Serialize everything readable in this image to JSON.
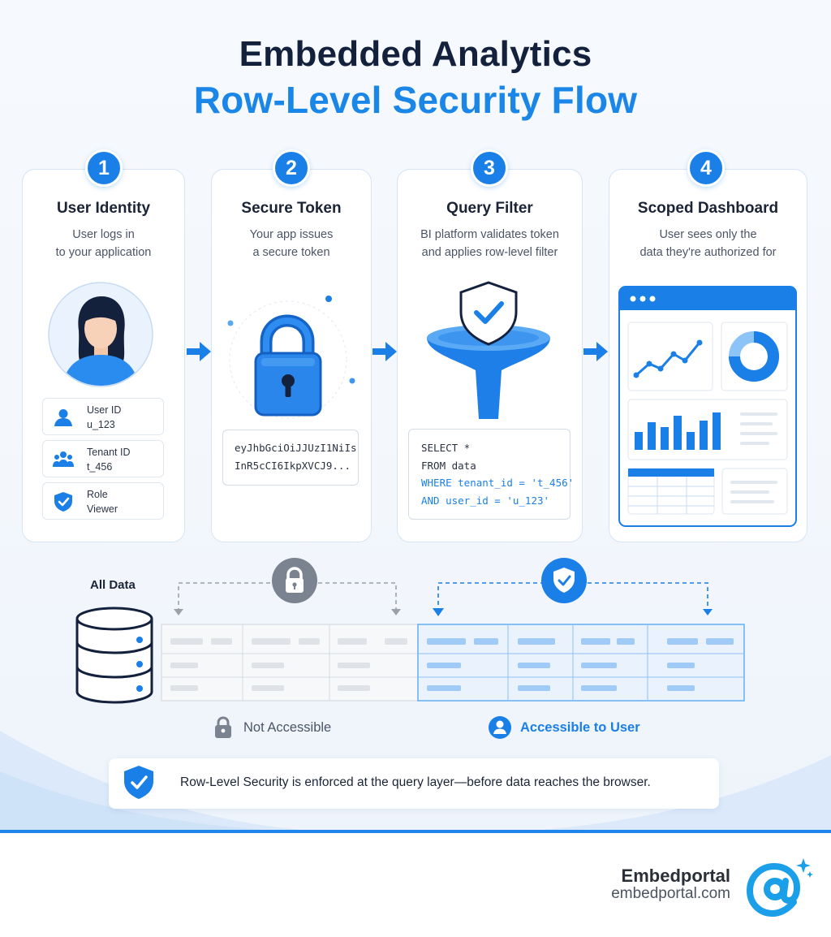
{
  "title": {
    "line1": "Embedded Analytics",
    "line2": "Row-Level Security Flow"
  },
  "steps": [
    {
      "number": "1",
      "title": "User Identity",
      "desc_line1": "User logs in",
      "desc_line2": "to your application"
    },
    {
      "number": "2",
      "title": "Secure Token",
      "desc_line1": "Your app issues",
      "desc_line2": "a secure token"
    },
    {
      "number": "3",
      "title": "Query Filter",
      "desc_line1": "BI platform validates token",
      "desc_line2": "and applies row-level filter"
    },
    {
      "number": "4",
      "title": "Scoped Dashboard",
      "desc_line1": "User sees only the",
      "desc_line2": "data they're authorized for"
    }
  ],
  "identity_attributes": [
    {
      "label": "User ID",
      "value": "u_123",
      "icon": "user-icon"
    },
    {
      "label": "Tenant ID",
      "value": "t_456",
      "icon": "users-group-icon"
    },
    {
      "label": "Role",
      "value": "Viewer",
      "icon": "shield-check-icon"
    }
  ],
  "token": {
    "line1": "eyJhbGciOiJJUzI1NiIs",
    "line2": "InR5cCI6IkpXVCJ9..."
  },
  "sql": {
    "line1": "SELECT *",
    "line2": "FROM data",
    "line3": "WHERE tenant_id = 't_456'",
    "line4": "AND user_id = 'u_123'"
  },
  "data_section": {
    "label": "All Data",
    "not_accessible": "Not Accessible",
    "accessible": "Accessible to User"
  },
  "note": {
    "text": "Row-Level Security is enforced at the query layer—before data reaches the browser."
  },
  "brand": {
    "name": "Embedportal",
    "url": "embedportal.com"
  },
  "colors": {
    "accent": "#1a7fe6",
    "title_dark": "#14213d",
    "muted_gray": "#9aa1ab"
  }
}
